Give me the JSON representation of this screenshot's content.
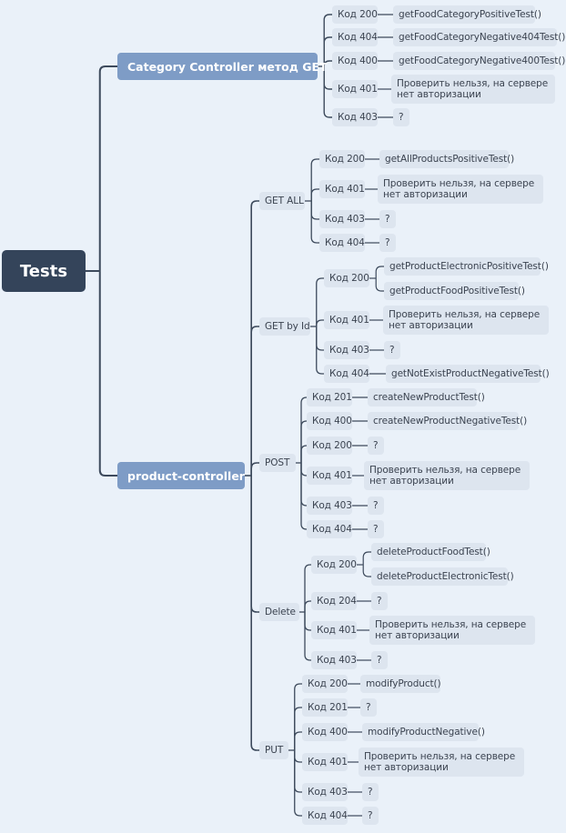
{
  "root": {
    "label": "Tests"
  },
  "category_controller": {
    "label": "Category Controller метод GET",
    "codes": [
      {
        "code": "Код 200",
        "tests": [
          "getFoodCategoryPositiveTest()"
        ]
      },
      {
        "code": "Код 404",
        "tests": [
          "getFoodCategoryNegative404Test()"
        ]
      },
      {
        "code": "Код 400",
        "tests": [
          "getFoodCategoryNegative400Test()"
        ]
      },
      {
        "code": "Код 401",
        "tests": [
          "Проверить нельзя, на сервере нет авторизации"
        ]
      },
      {
        "code": "Код 403",
        "tests": [
          "?"
        ]
      }
    ]
  },
  "product_controller": {
    "label": "product-controller",
    "methods": [
      {
        "method": "GET ALL",
        "codes": [
          {
            "code": "Код 200",
            "tests": [
              "getAllProductsPositiveTest()"
            ]
          },
          {
            "code": "Код 401",
            "tests": [
              "Проверить нельзя, на сервере нет авторизации"
            ]
          },
          {
            "code": "Код 403",
            "tests": [
              "?"
            ]
          },
          {
            "code": "Код 404",
            "tests": [
              "?"
            ]
          }
        ]
      },
      {
        "method": "GET by Id",
        "codes": [
          {
            "code": "Код 200",
            "tests": [
              "getProductElectronicPositiveTest()",
              "getProductFoodPositiveTest()"
            ]
          },
          {
            "code": "Код 401",
            "tests": [
              "Проверить нельзя, на сервере нет авторизации"
            ]
          },
          {
            "code": "Код 403",
            "tests": [
              "?"
            ]
          },
          {
            "code": "Код 404",
            "tests": [
              "getNotExistProductNegativeTest()"
            ]
          }
        ]
      },
      {
        "method": "POST",
        "codes": [
          {
            "code": "Код 201",
            "tests": [
              "createNewProductTest()"
            ]
          },
          {
            "code": "Код 400",
            "tests": [
              "createNewProductNegativeTest()"
            ]
          },
          {
            "code": "Код 200",
            "tests": [
              "?"
            ]
          },
          {
            "code": "Код 401",
            "tests": [
              "Проверить нельзя, на сервере нет авторизации"
            ]
          },
          {
            "code": "Код 403",
            "tests": [
              "?"
            ]
          },
          {
            "code": "Код 404",
            "tests": [
              "?"
            ]
          }
        ]
      },
      {
        "method": "Delete",
        "codes": [
          {
            "code": "Код 200",
            "tests": [
              "deleteProductFoodTest()",
              "deleteProductElectronicTest()"
            ]
          },
          {
            "code": "Код 204",
            "tests": [
              "?"
            ]
          },
          {
            "code": "Код 401",
            "tests": [
              "Проверить нельзя, на сервере нет авторизации"
            ]
          },
          {
            "code": "Код 403",
            "tests": [
              "?"
            ]
          }
        ]
      },
      {
        "method": "PUT",
        "codes": [
          {
            "code": "Код 200",
            "tests": [
              "modifyProduct()"
            ]
          },
          {
            "code": "Код 201",
            "tests": [
              "?"
            ]
          },
          {
            "code": "Код 400",
            "tests": [
              "modifyProductNegative()"
            ]
          },
          {
            "code": "Код 401",
            "tests": [
              "Проверить нельзя, на сервере нет авторизации"
            ]
          },
          {
            "code": "Код 403",
            "tests": [
              "?"
            ]
          },
          {
            "code": "Код 404",
            "tests": [
              "?"
            ]
          }
        ]
      }
    ]
  },
  "colors": {
    "root_bg": "#34445a",
    "branch_bg": "#7e9cc6",
    "leaf_bg": "#dde5ef",
    "line": "#3d4a5c",
    "canvas": "#eaf1f9"
  }
}
